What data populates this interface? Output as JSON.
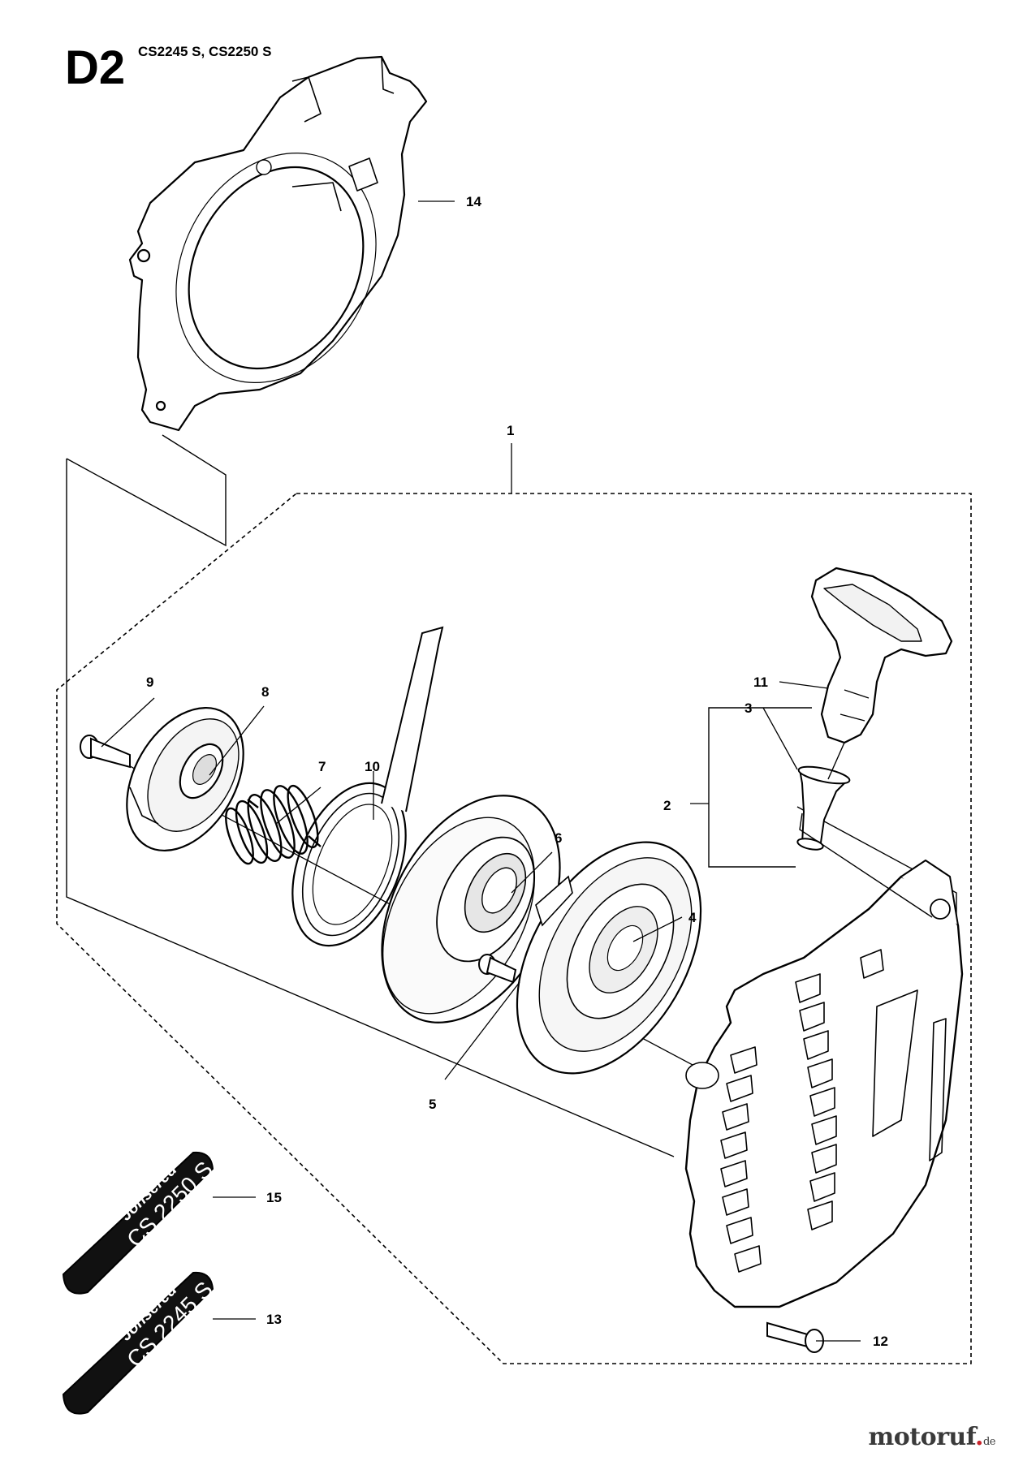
{
  "header": {
    "section_code": "D2",
    "models": "CS2245 S, CS2250 S"
  },
  "callouts": [
    {
      "id": "c1",
      "label": "1"
    },
    {
      "id": "c2",
      "label": "2"
    },
    {
      "id": "c3",
      "label": "3"
    },
    {
      "id": "c4",
      "label": "4"
    },
    {
      "id": "c5",
      "label": "5"
    },
    {
      "id": "c6",
      "label": "6"
    },
    {
      "id": "c7",
      "label": "7"
    },
    {
      "id": "c8",
      "label": "8"
    },
    {
      "id": "c9",
      "label": "9"
    },
    {
      "id": "c10",
      "label": "10"
    },
    {
      "id": "c11",
      "label": "11"
    },
    {
      "id": "c12",
      "label": "12"
    },
    {
      "id": "c13",
      "label": "13"
    },
    {
      "id": "c14",
      "label": "14"
    },
    {
      "id": "c15",
      "label": "15"
    }
  ],
  "decals": {
    "decal_15": {
      "brand": "Jonsered",
      "model": "CS 2250 S"
    },
    "decal_13": {
      "brand": "Jonsered",
      "model": "CS 2245 S"
    }
  },
  "watermark": {
    "name": "motoruf",
    "tld": "de"
  }
}
